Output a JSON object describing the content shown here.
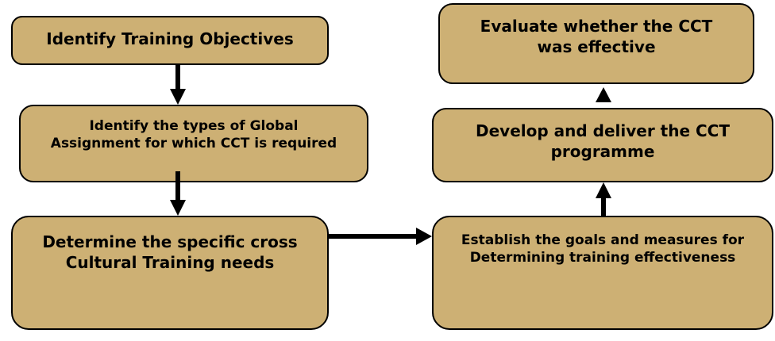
{
  "boxes": {
    "identify_objectives": "Identify Training Objectives",
    "identify_assignment_types": "Identify the types of Global Assignment for which CCT is required",
    "determine_needs": "Determine the specific cross Cultural Training needs",
    "establish_goals": "Establish the goals and measures for Determining training effectiveness",
    "develop_deliver": "Develop and deliver the CCT programme",
    "evaluate": "Evaluate whether the CCT was effective"
  },
  "colors": {
    "box_fill": "#cdb074",
    "border": "#000000",
    "arrow": "#000000"
  }
}
